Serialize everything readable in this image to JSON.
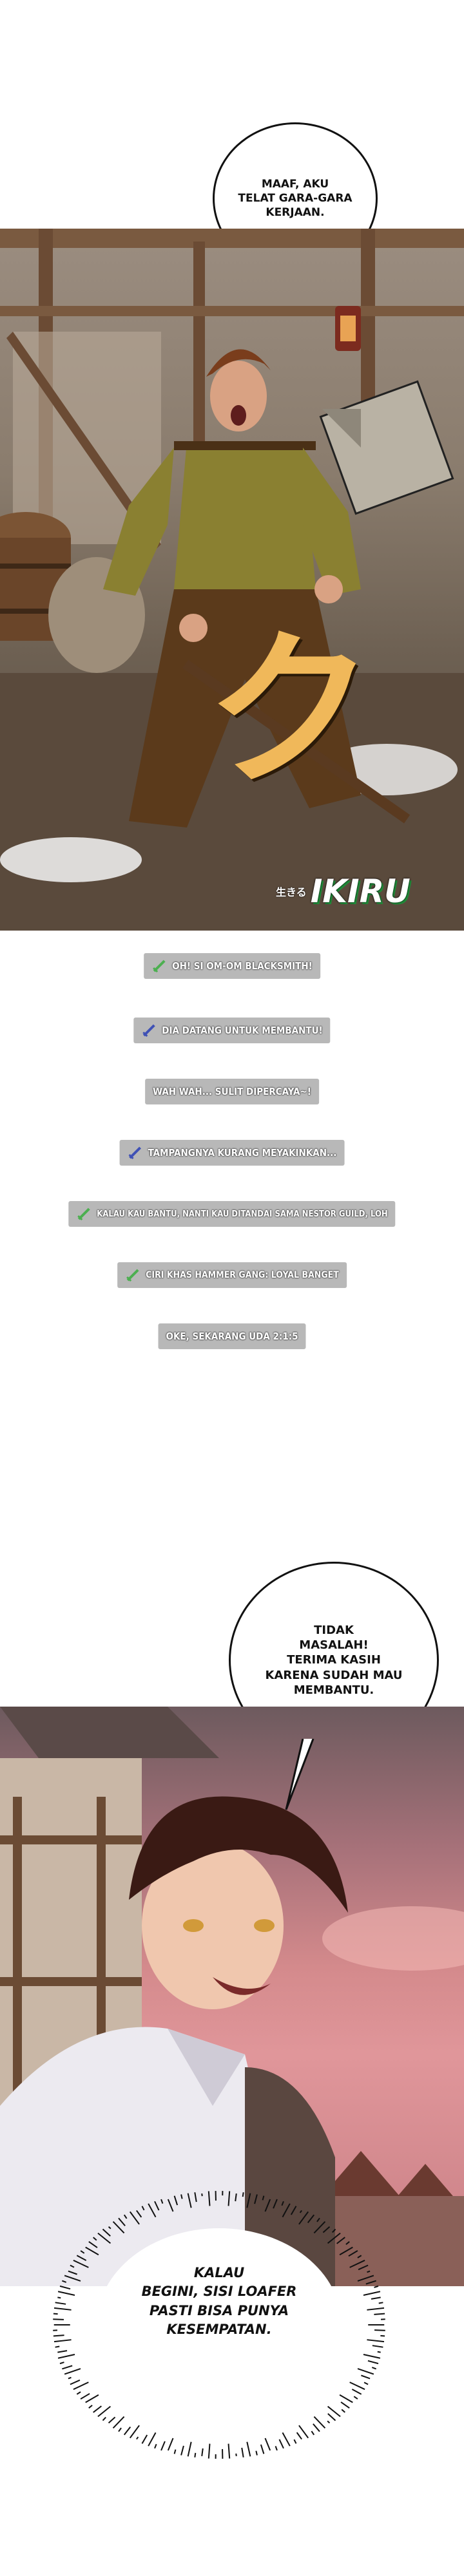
{
  "panel1": {
    "speech": "MAAF, AKU\nTELAT GARA-GARA\nKERJAAN.",
    "sfx": "ク",
    "watermark_small": "生きる",
    "watermark": "IKIRU"
  },
  "chat": [
    {
      "text": "OH! SI OM-OM BLACKSMITH!",
      "color": "#4caf50"
    },
    {
      "text": "DIA DATANG UNTUK MEMBANTU!",
      "color": "#3f51b5"
    },
    {
      "text": "WAH WAH... SULIT DIPERCAYA~!",
      "color": ""
    },
    {
      "text": "TAMPANGNYA KURANG MEYAKINKAN...",
      "color": "#3f51b5"
    },
    {
      "text": "KALAU KAU BANTU, NANTI KAU DITANDAI SAMA NESTOR GUILD, LOH",
      "color": "#4caf50"
    },
    {
      "text": "CIRI KHAS HAMMER GANG: LOYAL BANGET",
      "color": "#4caf50"
    },
    {
      "text": "OKE, SEKARANG UDA 2:1:5",
      "color": ""
    }
  ],
  "panel2": {
    "speech": "TIDAK\nMASALAH!\nTERIMA KASIH\nKARENA SUDAH MAU\nMEMBANTU.",
    "burst": "KALAU\nBEGINI, SISI LOAFER\nPASTI BISA PUNYA\nKESEMPATAN."
  }
}
